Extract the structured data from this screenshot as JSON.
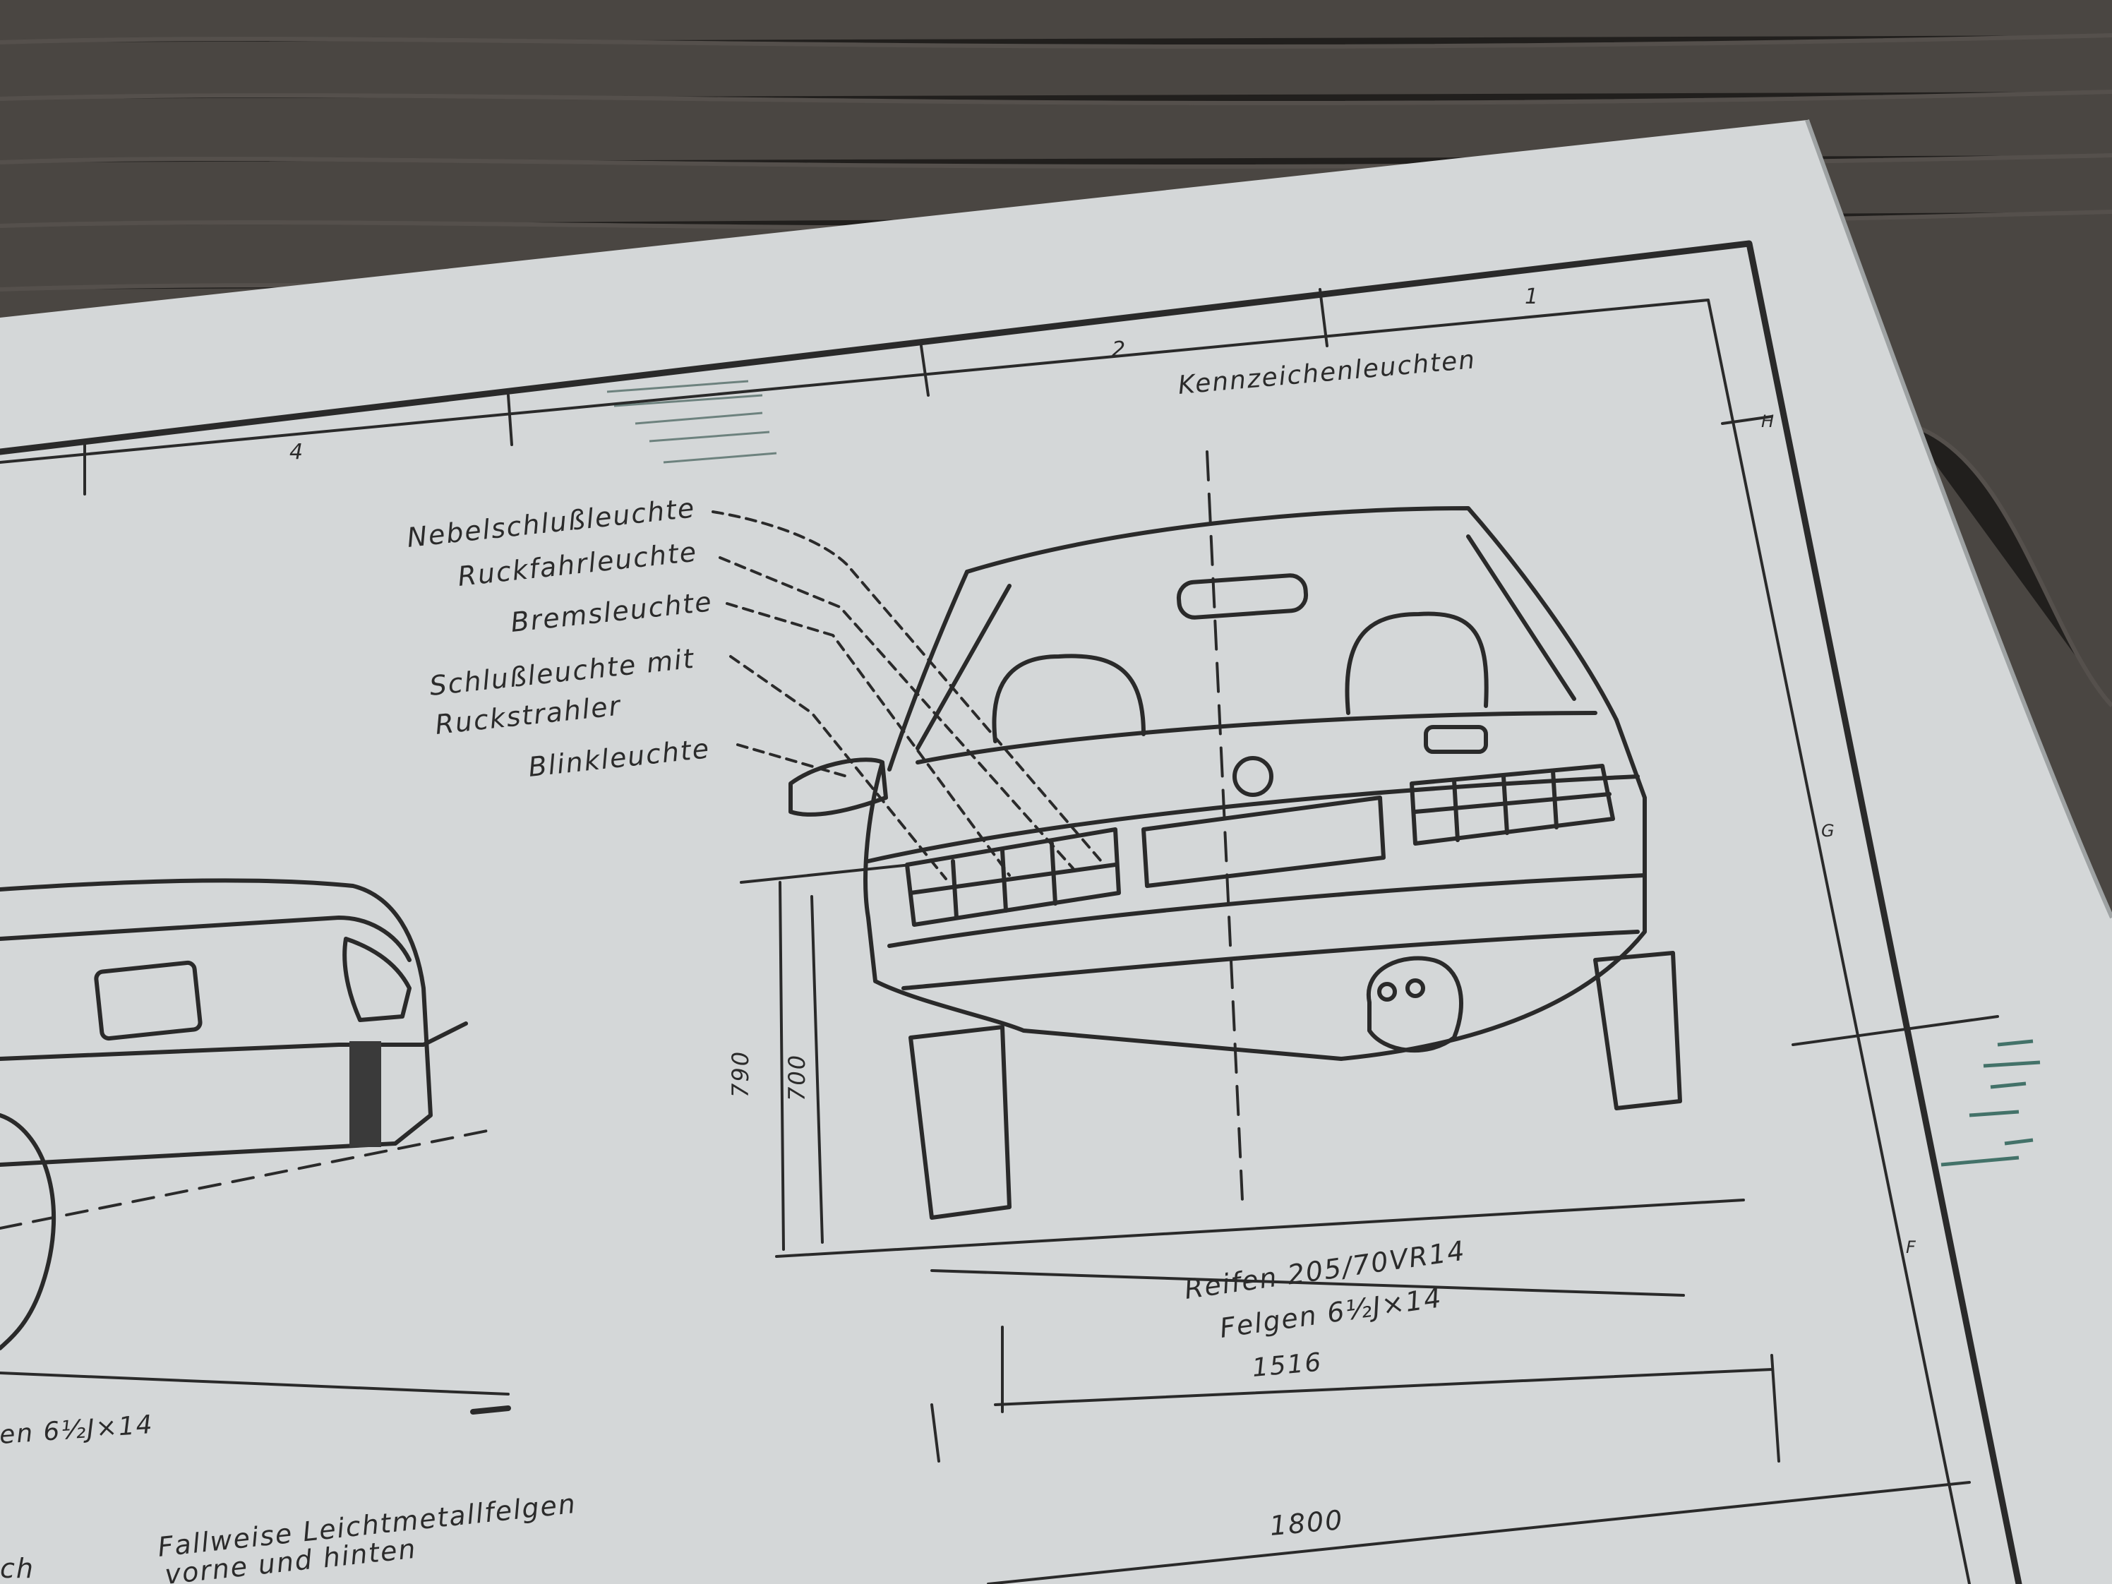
{
  "title_block": {
    "zone_numbers": [
      "4",
      "2",
      "1"
    ],
    "zone_letters": [
      "H",
      "G",
      "F"
    ]
  },
  "drawing": {
    "license_lights_label": "Kennzeichenleuchten",
    "lamp_labels": {
      "rear_fog": "Nebelschlußleuchte",
      "reversing": "Ruckfahrleuchte",
      "brake": "Bremsleuchte",
      "tail_line1": "Schlußleuchte mit",
      "tail_line2": "Ruckstrahler",
      "indicator": "Blinkleuchte"
    },
    "dimensions": {
      "height_total": "790",
      "height_body": "700",
      "track": "1516",
      "width": "1800"
    },
    "tyres": "Reifen 205/70VR14",
    "rims": "Felgen 6½J×14",
    "side_view": {
      "rims_partial": "en 6½J×14",
      "alloy_note_line1": "Fallweise Leichtmetallfelgen",
      "alloy_note_line2": "vorne und hinten",
      "partial_text": "ch"
    }
  },
  "colors": {
    "tabletop": "#4a4642",
    "paper": "#d4d7d8",
    "ink": "#2a2a2a",
    "smudge": "#1f5a4e"
  }
}
